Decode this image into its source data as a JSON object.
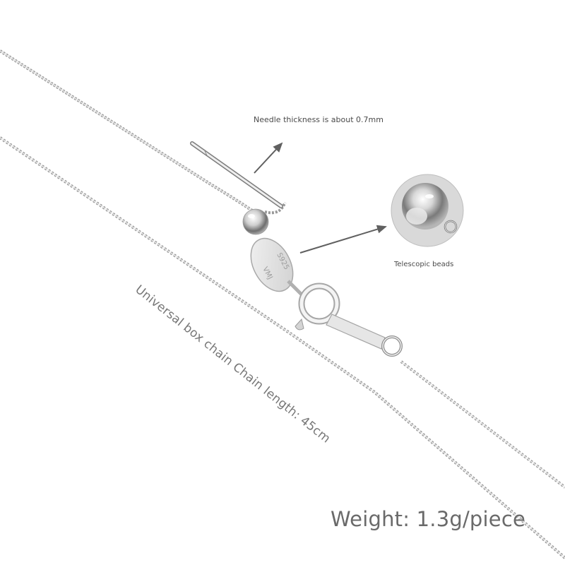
{
  "annotations": {
    "needle": "Needle thickness is about 0.7mm",
    "beads": "Telescopic beads",
    "chain": "Universal box chain Chain length: 45cm",
    "weight": "Weight: 1.3g/piece"
  },
  "colors": {
    "background": "#ffffff",
    "silver": "#c8c8c8",
    "silver_dark": "#8a8a8a",
    "arrow": "#606060",
    "text": "#555555"
  },
  "product": {
    "material_stamp": "S925",
    "tag_mark": "VMJ"
  }
}
